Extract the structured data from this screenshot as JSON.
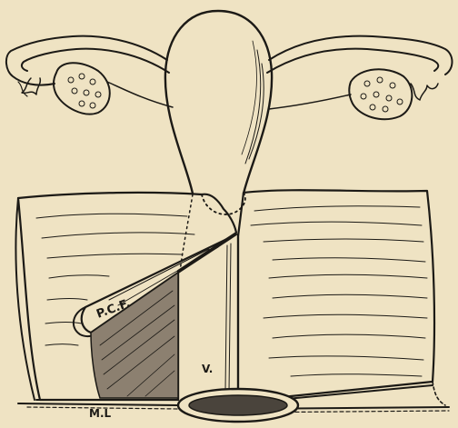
{
  "labels": {
    "pcf": "P.C.F.",
    "v": "V.",
    "ml": "M.L"
  },
  "colors": {
    "paper": "#efe3c3",
    "ink": "#1c1a16"
  }
}
